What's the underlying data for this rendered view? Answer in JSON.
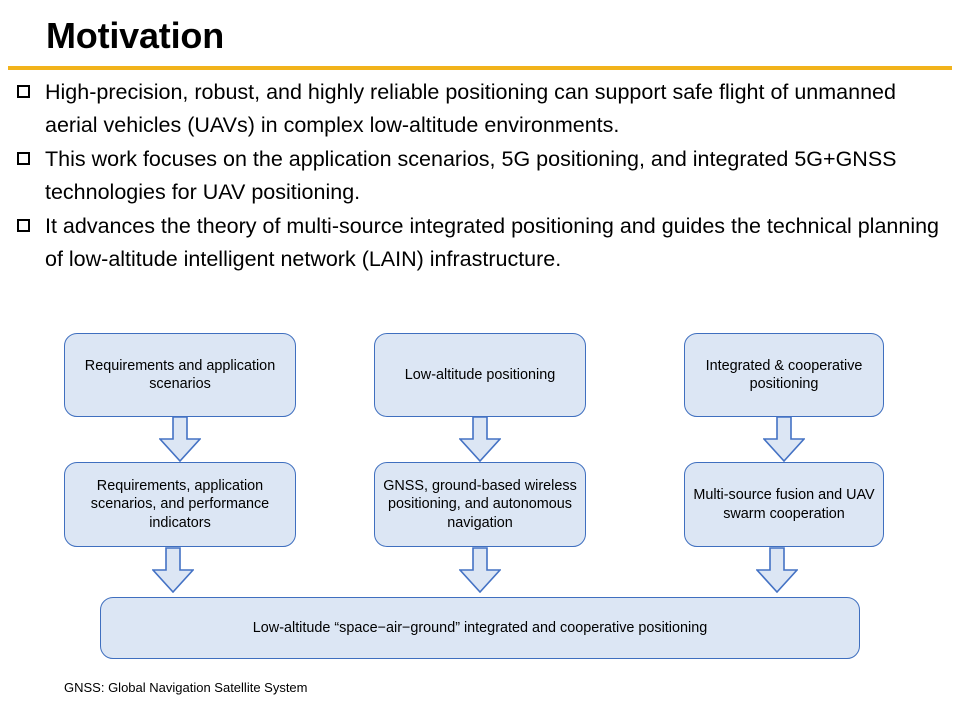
{
  "slide": {
    "title": "Motivation",
    "rule_color": "#F2B31B",
    "background_color": "#FFFFFF"
  },
  "bullets": [
    {
      "marker": "hollow-square",
      "text": "High-precision, robust, and highly reliable positioning can support safe flight of unmanned aerial vehicles (UAVs) in complex low-altitude environments."
    },
    {
      "marker": "hollow-square",
      "text": "This work focuses on the application scenarios, 5G positioning, and integrated 5G+GNSS technologies for UAV positioning."
    },
    {
      "marker": "hollow-square",
      "text": "It advances the theory of multi-source integrated positioning and guides the technical planning of low-altitude intelligent network (LAIN) infrastructure."
    }
  ],
  "diagram": {
    "box_fill": "#DCE6F4",
    "box_border": "#3F6FBF",
    "arrow_fill": "#DCE6F4",
    "arrow_border": "#4472C4",
    "row1": [
      {
        "id": "requirements-and-application-scenarios",
        "text": "Requirements and application scenarios"
      },
      {
        "id": "low-altitude-positioning",
        "text": "Low-altitude positioning"
      },
      {
        "id": "integrated-and-cooperative-positioning",
        "text": "Integrated & cooperative positioning"
      }
    ],
    "row2": [
      {
        "id": "requirements-application-scenarios-performance-indicators",
        "text": "Requirements, application scenarios, and performance indicators"
      },
      {
        "id": "gnss-ground-based-wireless-positioning-autonomous-navigation",
        "text": "GNSS, ground-based wireless positioning, and autonomous navigation"
      },
      {
        "id": "multi-source-fusion-and-uav-swarm-cooperation",
        "text": "Multi-source fusion and UAV swarm cooperation"
      }
    ],
    "row3": {
      "id": "low-altitude-space-air-ground-integrated-cooperative-positioning",
      "text": "Low-altitude “space−air−ground” integrated and cooperative positioning"
    },
    "arrows": [
      {
        "id": "arrow-col1-top-to-mid",
        "direction": "down"
      },
      {
        "id": "arrow-col2-top-to-mid",
        "direction": "down"
      },
      {
        "id": "arrow-col3-top-to-mid",
        "direction": "down"
      },
      {
        "id": "arrow-col1-mid-to-bottom",
        "direction": "down"
      },
      {
        "id": "arrow-col2-mid-to-bottom",
        "direction": "down"
      },
      {
        "id": "arrow-col3-mid-to-bottom",
        "direction": "down"
      }
    ]
  },
  "footnote": "GNSS: Global Navigation Satellite System"
}
